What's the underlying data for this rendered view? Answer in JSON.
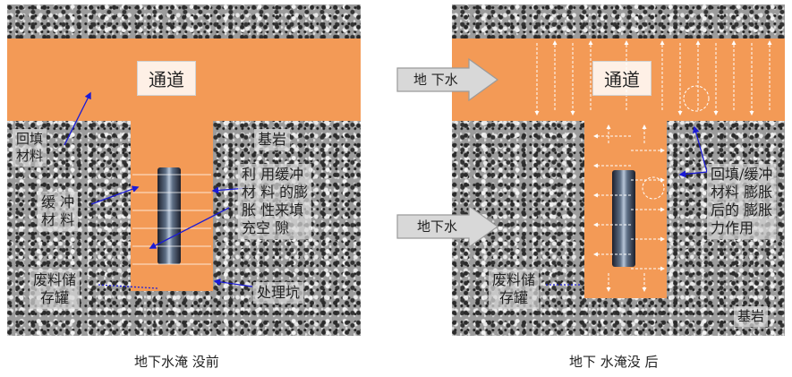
{
  "left": {
    "tunnel": "通道",
    "bedrock": "基岩",
    "backfill": "回填\n材料",
    "buffer": "缓 冲\n材 料",
    "canister": "废料储\n存罐",
    "swelling_fill": "利 用缓冲\n材 料 的膨\n胀 性来填\n充空 隙",
    "disposal_pit": "处理坑",
    "caption": "地下水淹 没前"
  },
  "right": {
    "tunnel": "通道",
    "groundwater_top": "地 下水",
    "groundwater_mid": "地下水",
    "swelling_action": "回填/缓冲\n材料 膨胀\n后的 膨胀\n力作用",
    "canister": "废料储\n存罐",
    "bedrock": "基岩",
    "caption": "地下 水淹没 后"
  },
  "colors": {
    "fill_orange": "#f39a56",
    "arrow_blue": "#1a1ad6",
    "granite_gray": "#9c9c9c"
  }
}
